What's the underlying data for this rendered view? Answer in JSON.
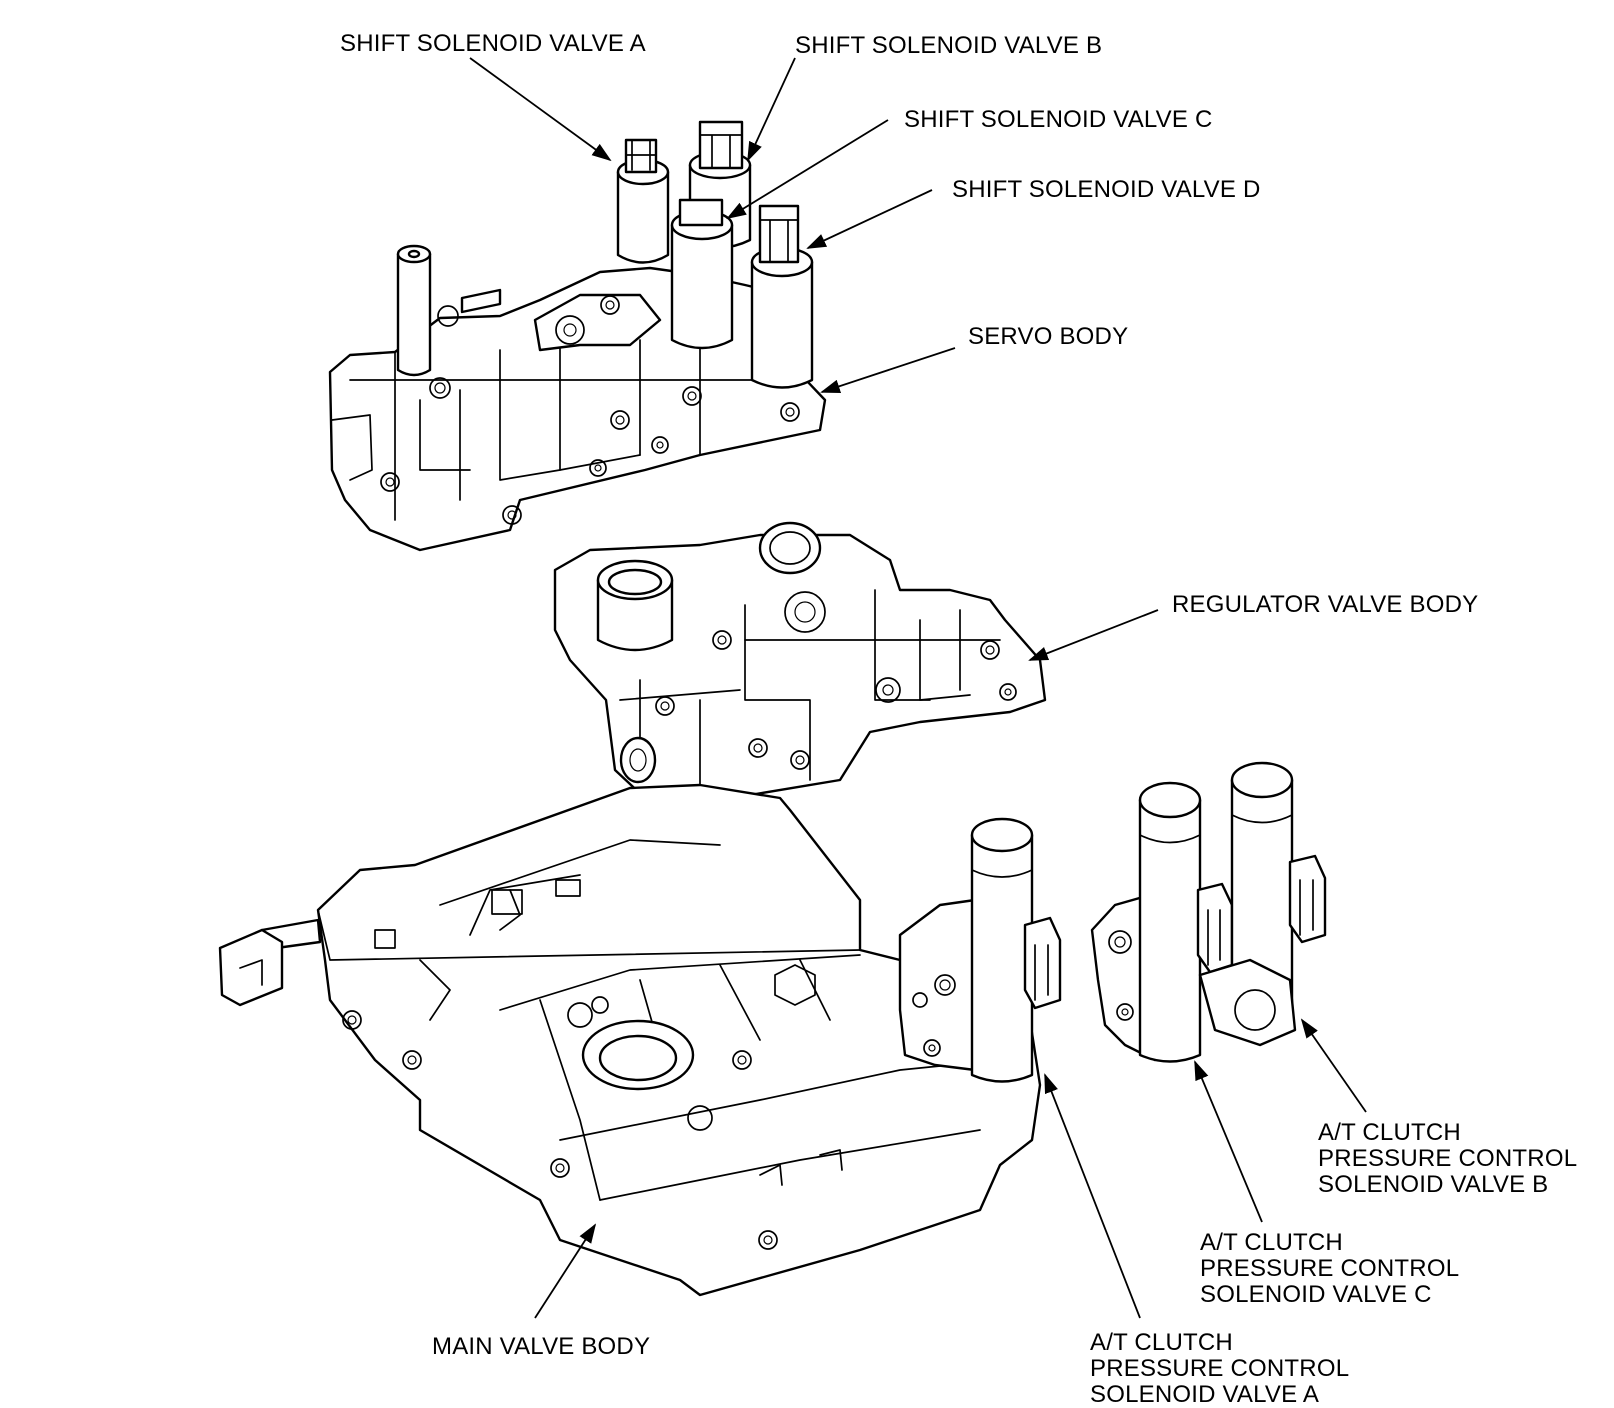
{
  "labels": {
    "shift_solenoid_a": "SHIFT SOLENOID VALVE A",
    "shift_solenoid_b": "SHIFT SOLENOID VALVE B",
    "shift_solenoid_c": "SHIFT SOLENOID VALVE C",
    "shift_solenoid_d": "SHIFT SOLENOID VALVE D",
    "servo_body": "SERVO BODY",
    "regulator_valve_body": "REGULATOR VALVE BODY",
    "main_valve_body": "MAIN VALVE BODY",
    "clutch_b": [
      "A/T CLUTCH",
      "PRESSURE CONTROL",
      "SOLENOID VALVE B"
    ],
    "clutch_c": [
      "A/T CLUTCH",
      "PRESSURE CONTROL",
      "SOLENOID VALVE C"
    ],
    "clutch_a": [
      "A/T CLUTCH",
      "PRESSURE CONTROL",
      "SOLENOID VALVE A"
    ]
  },
  "colors": {
    "line": "#000000",
    "background": "#ffffff"
  }
}
